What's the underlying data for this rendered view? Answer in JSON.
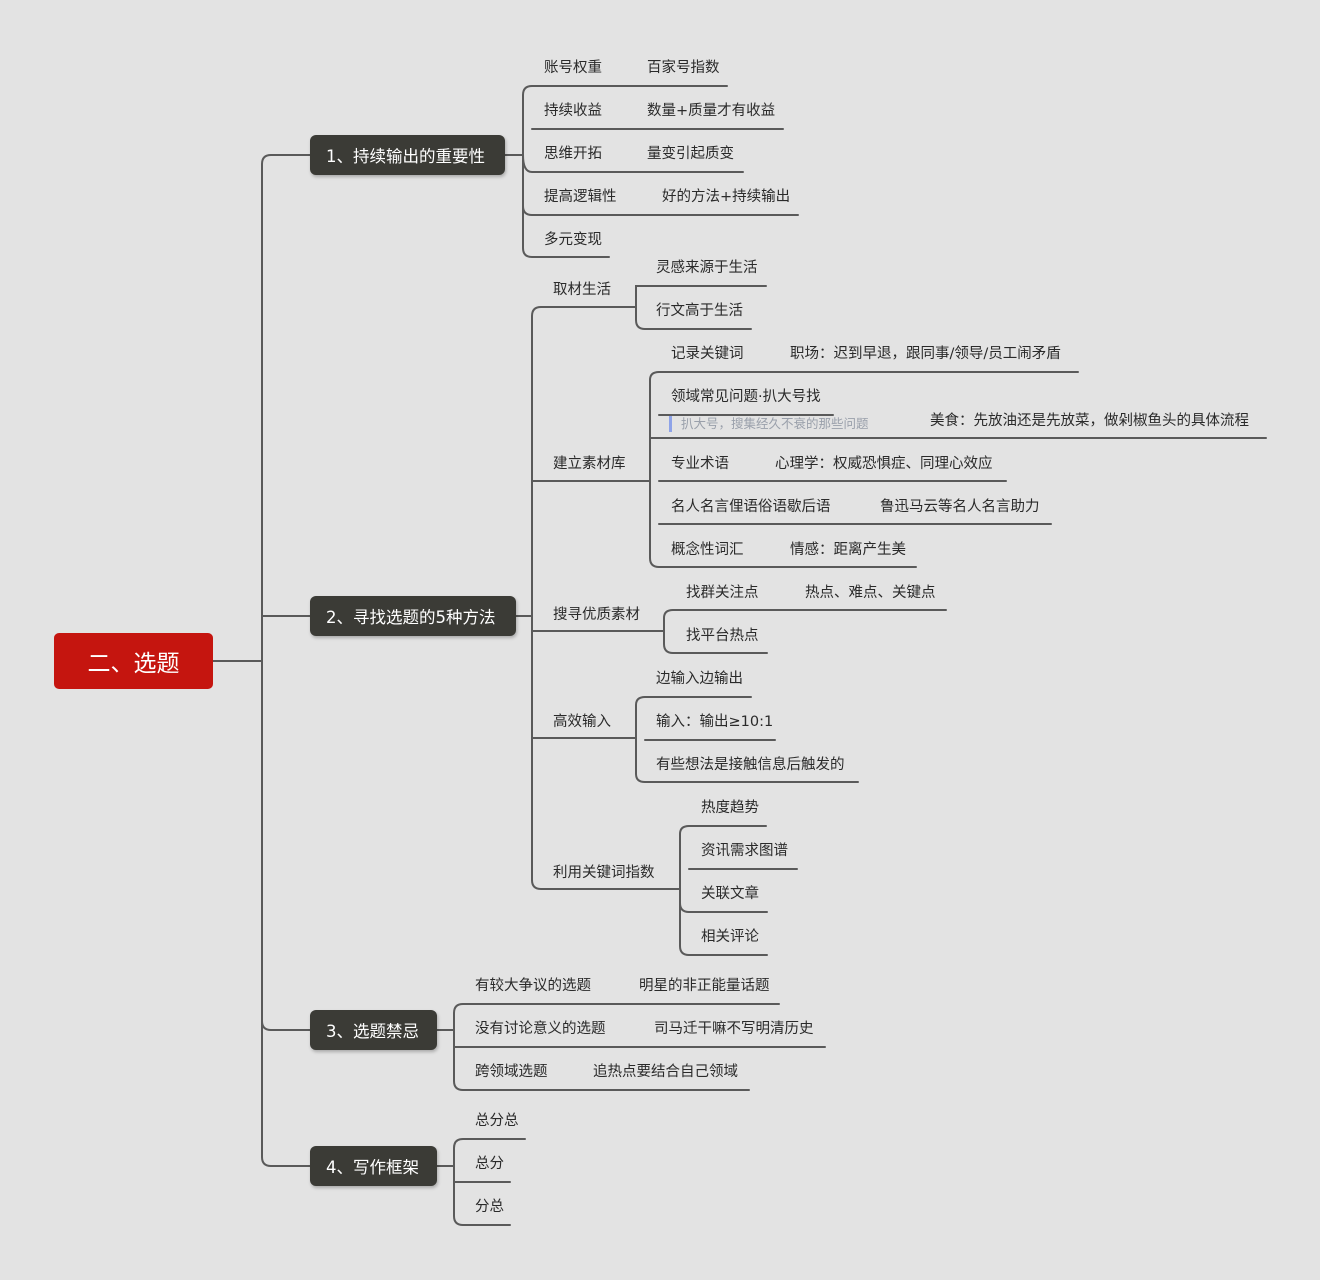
{
  "root": "二、选题",
  "branches": {
    "b1": {
      "label": "1、持续输出的重要性",
      "items": [
        {
          "label": "账号权重",
          "detail": "百家号指数"
        },
        {
          "label": "持续收益",
          "detail": "数量+质量才有收益"
        },
        {
          "label": "思维开拓",
          "detail": "量变引起质变"
        },
        {
          "label": "提高逻辑性",
          "detail": "好的方法+持续输出"
        },
        {
          "label": "多元变现"
        }
      ]
    },
    "b2": {
      "label": "2、寻找选题的5种方法",
      "groups": {
        "g1": {
          "label": "取材生活",
          "items": [
            "灵感来源于生活",
            "行文高于生活"
          ]
        },
        "g2": {
          "label": "建立素材库",
          "items": [
            {
              "label": "记录关键词",
              "detail": "职场：迟到早退，跟同事/领导/员工闹矛盾"
            },
            {
              "label": "领域常见问题·扒大号找",
              "note": "扒大号，搜集经久不衰的那些问题",
              "detail": "美食：先放油还是先放菜，做剁椒鱼头的具体流程"
            },
            {
              "label": "专业术语",
              "detail": "心理学：权威恐惧症、同理心效应"
            },
            {
              "label": "名人名言俚语俗语歇后语",
              "detail": "鲁迅马云等名人名言助力"
            },
            {
              "label": "概念性词汇",
              "detail": "情感：距离产生美"
            }
          ]
        },
        "g3": {
          "label": "搜寻优质素材",
          "items": [
            {
              "label": "找群关注点",
              "detail": "热点、难点、关键点"
            },
            {
              "label": "找平台热点"
            }
          ]
        },
        "g4": {
          "label": "高效输入",
          "items": [
            "边输入边输出",
            "输入：输出≥10:1",
            "有些想法是接触信息后触发的"
          ]
        },
        "g5": {
          "label": "利用关键词指数",
          "items": [
            "热度趋势",
            "资讯需求图谱",
            "关联文章",
            "相关评论"
          ]
        }
      }
    },
    "b3": {
      "label": "3、选题禁忌",
      "items": [
        {
          "label": "有较大争议的选题",
          "detail": "明星的非正能量话题"
        },
        {
          "label": "没有讨论意义的选题",
          "detail": "司马迁干嘛不写明清历史"
        },
        {
          "label": "跨领域选题",
          "detail": "追热点要结合自己领域"
        }
      ]
    },
    "b4": {
      "label": "4、写作框架",
      "items": [
        "总分总",
        "总分",
        "分总"
      ]
    }
  },
  "colors": {
    "root": "#c5150f",
    "main_topic": "#3b3b36",
    "line": "#5a5a5a",
    "background": "#e3e3e3",
    "note_bar": "#8ea3e8"
  }
}
